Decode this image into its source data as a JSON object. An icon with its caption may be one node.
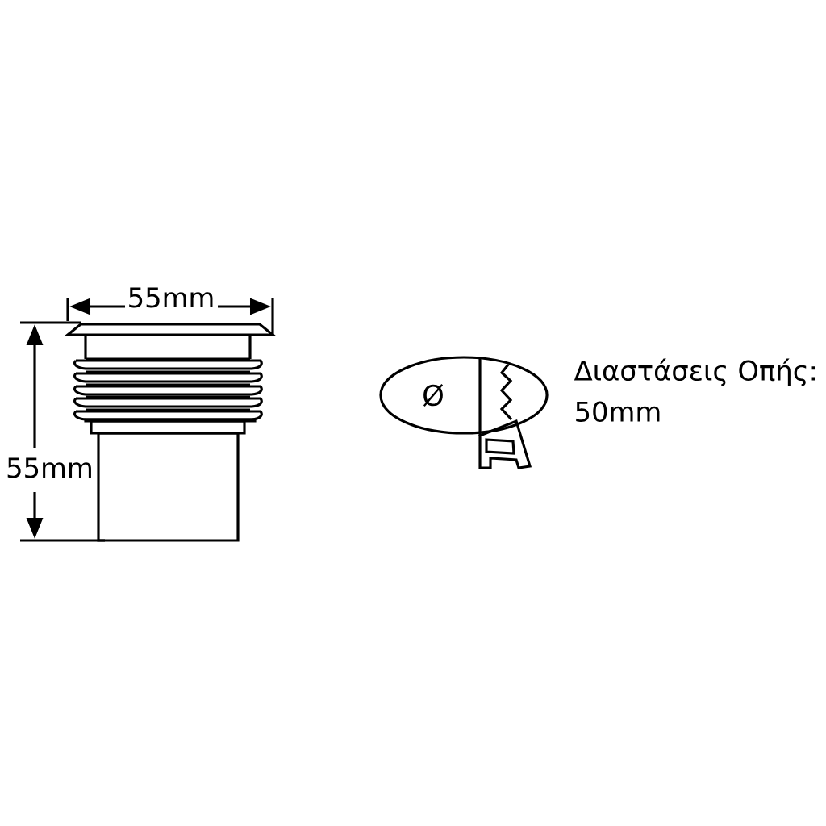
{
  "diagram": {
    "nodes": [
      {
        "text": [
          "Ø"
        ]
      }
    ],
    "labels": [
      "55mm",
      "55mm",
      "Διαστάσεις Οπής: 50mm"
    ]
  }
}
